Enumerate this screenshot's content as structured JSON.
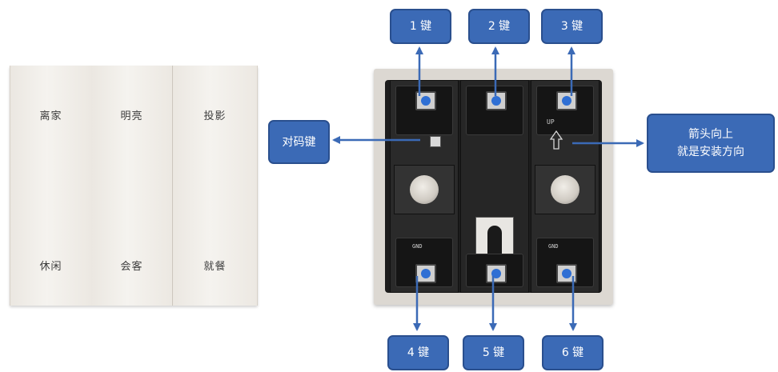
{
  "front_panel": {
    "keys": [
      {
        "top_label": "离家",
        "bottom_label": "休闲"
      },
      {
        "top_label": "明亮",
        "bottom_label": "会客"
      },
      {
        "top_label": "投影",
        "bottom_label": "就餐"
      }
    ]
  },
  "module": {
    "silkscreen": {
      "up": "UP",
      "gnd": "GND"
    }
  },
  "callouts": {
    "key1": "1 键",
    "key2": "2 键",
    "key3": "3 键",
    "key4": "4 键",
    "key5": "5 键",
    "key6": "6 键",
    "pairing_key": "对码键",
    "direction_line1": "箭头向上",
    "direction_line2": "就是安装方向"
  },
  "colors": {
    "callout_fill": "#3b6ab6",
    "arrow": "#3b6ab6",
    "button_dot": "#2f6fd4"
  }
}
